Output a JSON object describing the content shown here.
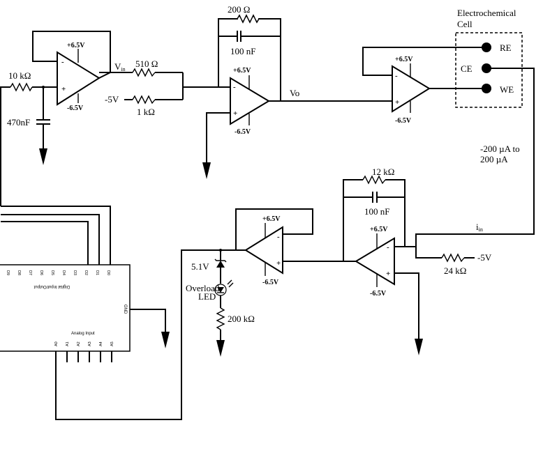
{
  "cell": {
    "title_line1": "Electrochemical",
    "title_line2": "Cell",
    "re": "RE",
    "ce": "CE",
    "we": "WE"
  },
  "components": {
    "r_input": "10 kΩ",
    "c_input": "470nF",
    "r_vin": "510 Ω",
    "r_offset": "1 kΩ",
    "v_offset": "-5V",
    "r_feedback_top": "200 Ω",
    "c_feedback_top": "100 nF",
    "r_feedback_tia": "12 kΩ",
    "c_feedback_tia": "100 nF",
    "r_tia_offset": "24 kΩ",
    "v_tia_offset": "-5V",
    "zener": "5.1V",
    "led_line1": "Overload",
    "led_line2": "LED",
    "r_led": "200 kΩ"
  },
  "signals": {
    "vin_main": "V",
    "vin_sub": "in",
    "vo": "Vo",
    "iin_main": "i",
    "iin_sub": "in",
    "current_range_line1": "-200 µA to",
    "current_range_line2": "200 µA"
  },
  "supply": {
    "pos": "+6.5V",
    "neg": "-6.5V"
  },
  "opamp_signs": {
    "minus": "-",
    "plus": "+"
  },
  "arduino": {
    "digital_label": "Digital Input/Output",
    "analog_label": "Analog Input",
    "gnd_label": "GND",
    "digital_pins": [
      "D9",
      "D8",
      "D7",
      "D6",
      "D5",
      "D4",
      "D3",
      "D2",
      "D1",
      "D0"
    ],
    "analog_pins": [
      "A0",
      "A1",
      "A2",
      "A3",
      "A4",
      "A5"
    ]
  }
}
